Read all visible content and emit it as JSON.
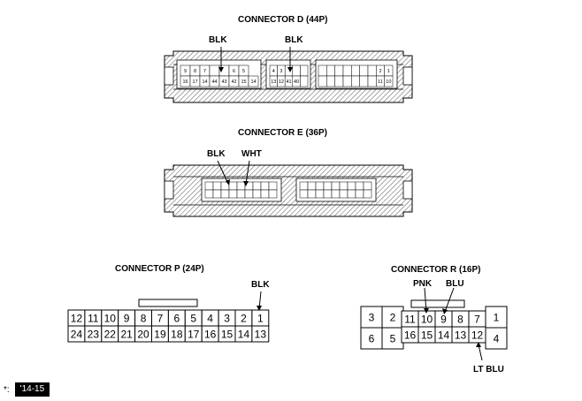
{
  "connector_d": {
    "title": "CONNECTOR D (44P)",
    "wire_1": "BLK",
    "wire_2": "BLK",
    "block1_top": [
      "9",
      "8",
      "7",
      "",
      "",
      "6",
      "5"
    ],
    "block1_bot": [
      "16",
      "17",
      "14",
      "44",
      "43",
      "42",
      "15",
      "14"
    ],
    "block2_top": [
      "4",
      "3",
      "",
      "",
      ""
    ],
    "block2_bot": [
      "13",
      "12",
      "41",
      "40",
      ""
    ],
    "block3_top": [
      "",
      "",
      "",
      "",
      "",
      "",
      "",
      "2",
      "1"
    ],
    "block3_bot": [
      "",
      "",
      "",
      "",
      "",
      "",
      "",
      "11",
      "10"
    ]
  },
  "connector_e": {
    "title": "CONNECTOR E (36P)",
    "wire_1": "BLK",
    "wire_2": "WHT"
  },
  "connector_p": {
    "title": "CONNECTOR P (24P)",
    "wire": "BLK",
    "top_row": [
      "12",
      "11",
      "10",
      "9",
      "8",
      "7",
      "6",
      "5",
      "4",
      "3",
      "2",
      "1"
    ],
    "bottom_row": [
      "24",
      "23",
      "22",
      "21",
      "20",
      "19",
      "18",
      "17",
      "16",
      "15",
      "14",
      "13"
    ]
  },
  "connector_r": {
    "title": "CONNECTOR R (16P)",
    "wire_pnk": "PNK",
    "wire_blu": "BLU",
    "wire_ltblu": "LT BLU",
    "left_top": [
      "3",
      "2"
    ],
    "left_bottom": [
      "6",
      "5"
    ],
    "mid_top": [
      "11",
      "10",
      "9",
      "8",
      "7"
    ],
    "mid_bottom": [
      "16",
      "15",
      "14",
      "13",
      "12"
    ],
    "right_top": "1",
    "right_bottom": "4"
  },
  "note": {
    "marker": "*:",
    "text": "'14-15"
  }
}
